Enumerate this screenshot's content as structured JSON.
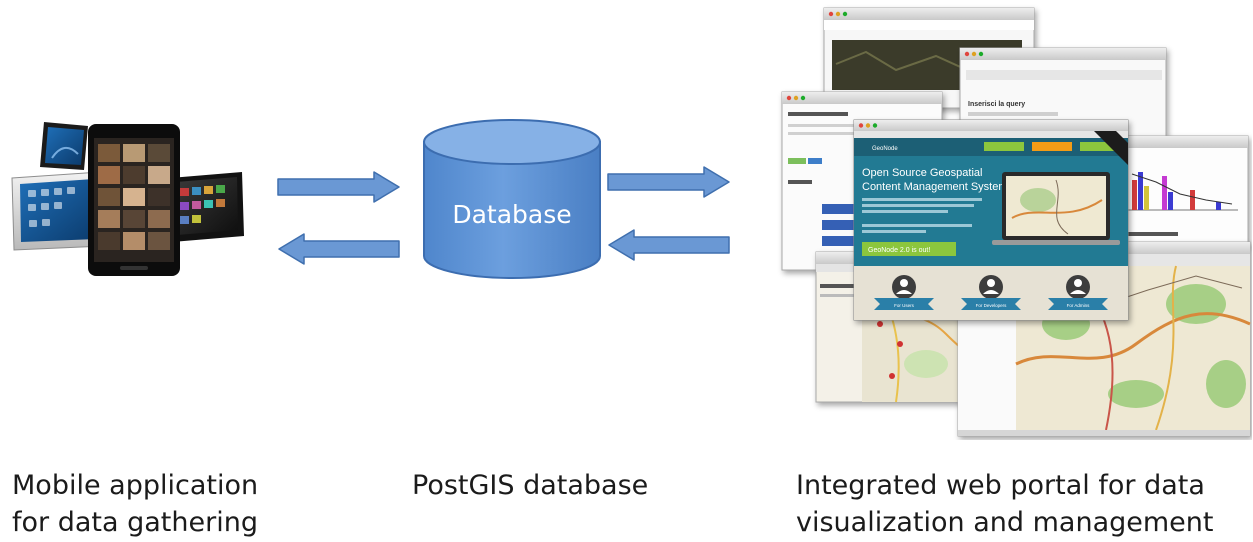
{
  "database": {
    "label": "Database"
  },
  "captions": {
    "mobile_line1": "Mobile application",
    "mobile_line2": "for data gathering",
    "postgis": "PostGIS database",
    "portal_line1": "Integrated web portal for data",
    "portal_line2": "visualization and management"
  },
  "portal_screenshot": {
    "main_window": {
      "logo": "GeoNode",
      "headline_line1": "Open Source Geospatial",
      "headline_line2": "Content Management System",
      "release_button": "GeoNode 2.0 is out!",
      "roles": [
        "For Users",
        "For Developers",
        "For Admins"
      ]
    },
    "back_window_title": "Inserisci la query"
  },
  "colors": {
    "arrow_fill": "#6a98d4",
    "arrow_stroke": "#3f6fae",
    "database_fill": "#6194d4",
    "database_top": "#89b3e6",
    "geonode_teal": "#217a93",
    "geonode_green": "#8cc63e",
    "ribbon_blue": "#2c7fa8"
  }
}
